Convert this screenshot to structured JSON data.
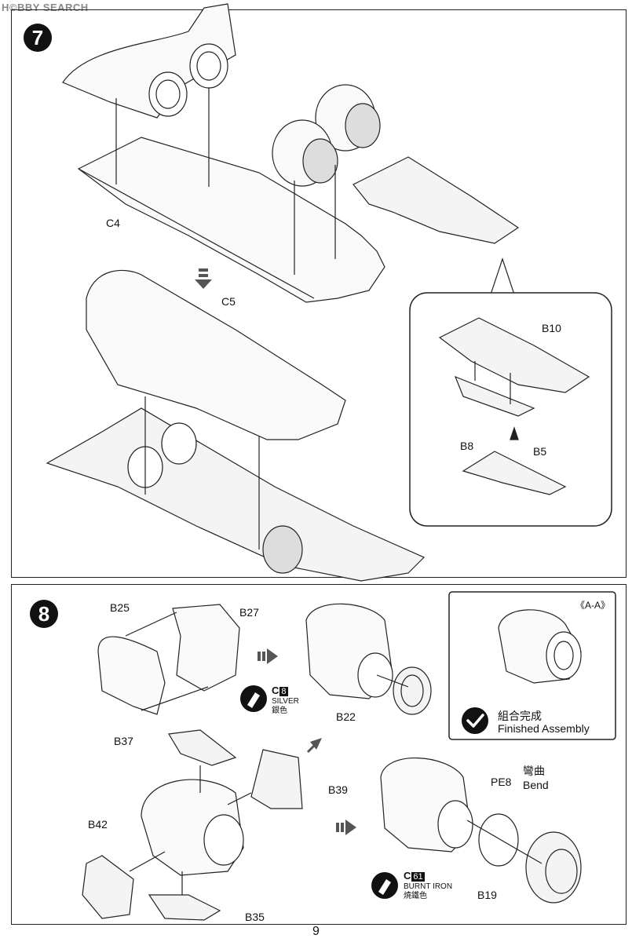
{
  "watermark": "H©BBY SEARCH",
  "page_number": "9",
  "step7": {
    "number": "7",
    "labels": {
      "c4": "C4",
      "c5": "C5",
      "b10": "B10",
      "b8": "B8",
      "b5": "B5"
    }
  },
  "step8": {
    "number": "8",
    "labels": {
      "b25": "B25",
      "b27": "B27",
      "b22": "B22",
      "b37": "B37",
      "b39": "B39",
      "b42": "B42",
      "b35": "B35",
      "pe8": "PE8",
      "b19": "B19"
    },
    "bend": {
      "jp": "彎曲",
      "en": "Bend"
    },
    "paint1": {
      "code": "C",
      "num": "8",
      "name": "SILVER",
      "jp": "銀色"
    },
    "paint2": {
      "code": "C",
      "num": "61",
      "name": "BURNT IRON",
      "jp": "燒鐵色"
    },
    "finished": {
      "section": "《A-A》",
      "jp": "組合完成",
      "en": "Finished Assembly"
    }
  }
}
